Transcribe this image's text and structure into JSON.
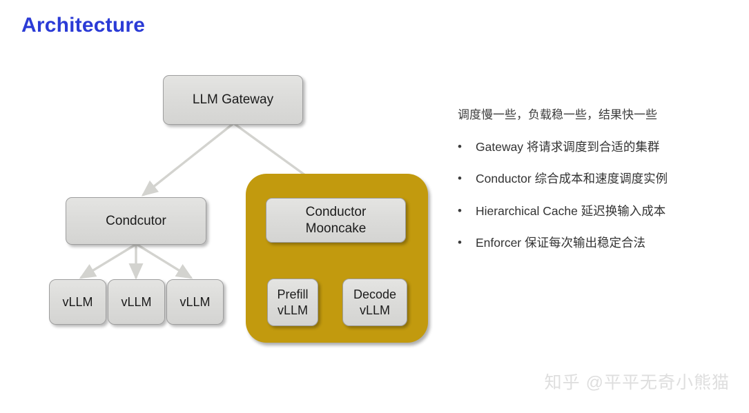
{
  "slide": {
    "title": "Architecture",
    "title_color": "#2b3bd6",
    "background": "#ffffff"
  },
  "diagram": {
    "group_color": "#c29a0e",
    "node_fill": "#dcdcda",
    "node_border": "#9d9d9d",
    "arrow_color": "#d3d3cf",
    "nodes": {
      "gateway": {
        "label": "LLM Gateway"
      },
      "conductor_left": {
        "label": "Condcutor"
      },
      "conductor_mooncake": {
        "line1": "Conductor",
        "line2": "Mooncake"
      },
      "vllm_1": {
        "label": "vLLM"
      },
      "vllm_2": {
        "label": "vLLM"
      },
      "vllm_3": {
        "label": "vLLM"
      },
      "prefill": {
        "line1": "Prefill",
        "line2": "vLLM"
      },
      "decode": {
        "line1": "Decode",
        "line2": "vLLM"
      }
    }
  },
  "text_column": {
    "lead": "调度慢一些，负载稳一些，结果快一些",
    "bullet_marker": "•",
    "bullets": [
      {
        "text": "Gateway 将请求调度到合适的集群"
      },
      {
        "text": "Conductor 综合成本和速度调度实例"
      },
      {
        "text": "Hierarchical Cache 延迟换输入成本"
      },
      {
        "text": "Enforcer 保证每次输出稳定合法"
      }
    ]
  },
  "watermark": {
    "text": "知乎 @平平无奇小熊猫",
    "color": "#dedede"
  }
}
